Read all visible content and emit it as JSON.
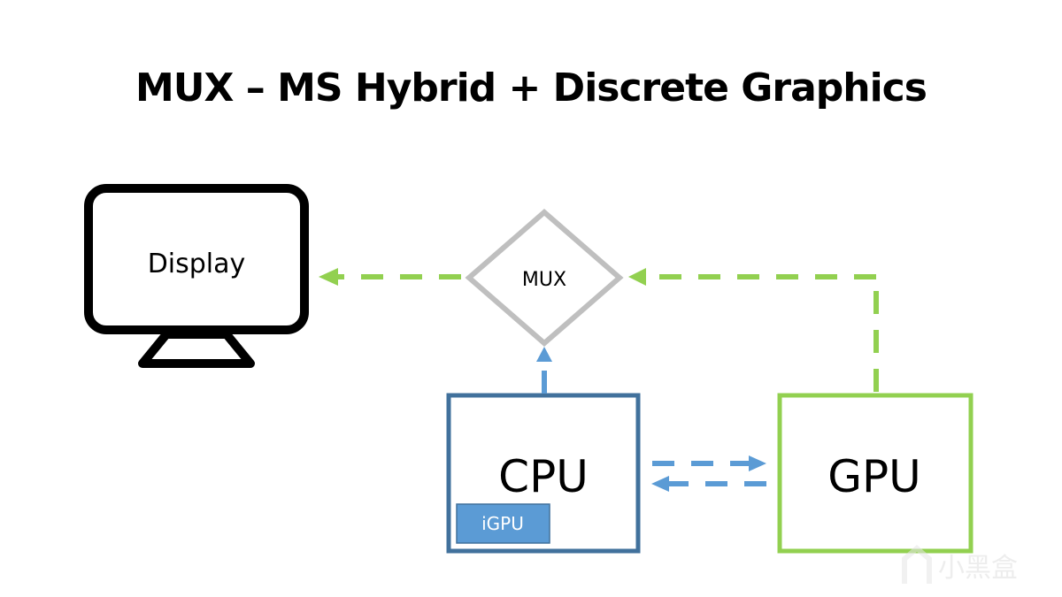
{
  "title": "MUX – MS Hybrid + Discrete Graphics",
  "nodes": {
    "display": {
      "label": "Display",
      "icon": "monitor-icon"
    },
    "mux": {
      "label": "MUX"
    },
    "cpu": {
      "label": "CPU"
    },
    "igpu": {
      "label": "iGPU"
    },
    "gpu": {
      "label": "GPU"
    }
  },
  "edges": [
    {
      "from": "mux",
      "to": "display",
      "style": "dashed",
      "color": "#92D050"
    },
    {
      "from": "gpu",
      "to": "mux",
      "style": "dashed",
      "color": "#92D050"
    },
    {
      "from": "cpu",
      "to": "mux",
      "style": "dashed",
      "color": "#5B9BD5"
    },
    {
      "from": "cpu",
      "to": "gpu",
      "style": "dashed",
      "color": "#5B9BD5"
    },
    {
      "from": "gpu",
      "to": "cpu",
      "style": "dashed",
      "color": "#5B9BD5"
    }
  ],
  "colors": {
    "green": "#92D050",
    "blue": "#5B9BD5",
    "cpu_border": "#41719C",
    "mux_border": "#BFBFBF"
  },
  "watermark": "小黑盒"
}
